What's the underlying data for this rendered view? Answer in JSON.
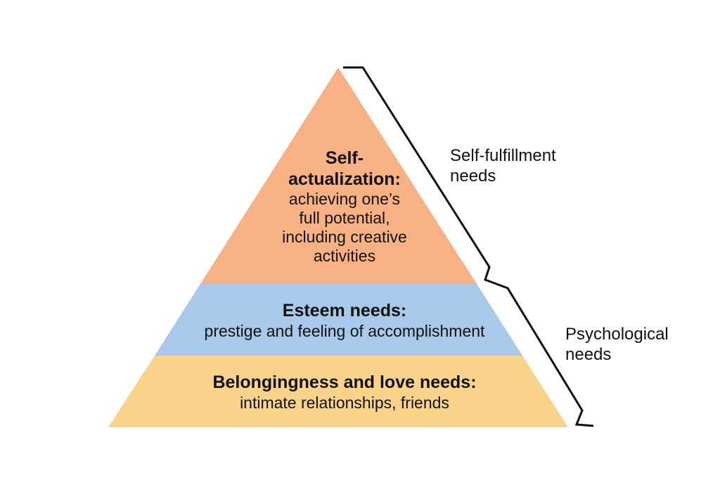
{
  "tiers": {
    "top": {
      "title_line1": "Self-",
      "title_line2": "actualization:",
      "desc_line1": "achieving one’s",
      "desc_line2": "full potential,",
      "desc_line3": "including creative",
      "desc_line4": "activities",
      "color": "#f8b183"
    },
    "middle": {
      "title": "Esteem needs:",
      "desc": "prestige and feeling of accomplishment",
      "color": "#a9c9ea"
    },
    "bottom": {
      "title": "Belongingness and love needs:",
      "desc": "intimate relationships, friends",
      "color": "#f9d38a"
    }
  },
  "brackets": {
    "upper": {
      "line1": "Self-fulfillment",
      "line2": "needs"
    },
    "lower": {
      "line1": "Psychological",
      "line2": "needs"
    }
  }
}
